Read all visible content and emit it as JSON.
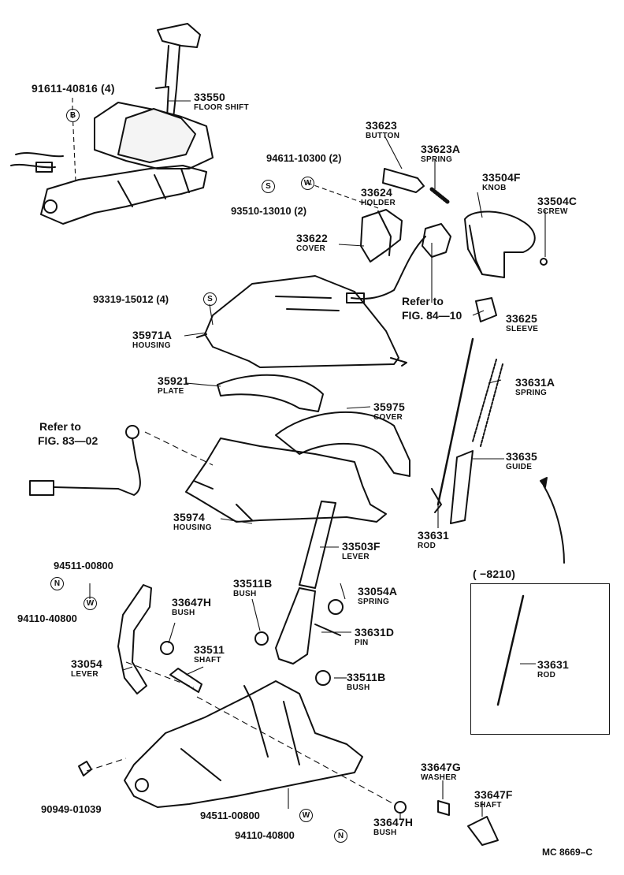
{
  "parts": {
    "p33550": {
      "num": "33550",
      "name": "FLOOR SHIFT"
    },
    "p91611": {
      "num": "91611-40816 (4)"
    },
    "p33623": {
      "num": "33623",
      "name": "BUTTON"
    },
    "p33623A": {
      "num": "33623A",
      "name": "SPRING"
    },
    "p94611": {
      "num": "94611-10300 (2)"
    },
    "p33624": {
      "num": "33624",
      "name": "HOLDER"
    },
    "p93510": {
      "num": "93510-13010 (2)"
    },
    "p33504F": {
      "num": "33504F",
      "name": "KNOB"
    },
    "p33504C": {
      "num": "33504C",
      "name": "SCREW"
    },
    "p33622": {
      "num": "33622",
      "name": "COVER"
    },
    "p93319": {
      "num": "93319-15012 (4)"
    },
    "p35971A": {
      "num": "35971A",
      "name": "HOUSING"
    },
    "p33625": {
      "num": "33625",
      "name": "SLEEVE"
    },
    "p35921": {
      "num": "35921",
      "name": "PLATE"
    },
    "p33631A": {
      "num": "33631A",
      "name": "SPRING"
    },
    "p35975": {
      "num": "35975",
      "name": "COVER"
    },
    "p33635": {
      "num": "33635",
      "name": "GUIDE"
    },
    "p35974": {
      "num": "35974",
      "name": "HOUSING"
    },
    "p33631": {
      "num": "33631",
      "name": "ROD"
    },
    "p33503F": {
      "num": "33503F",
      "name": "LEVER"
    },
    "p94511a": {
      "num": "94511-00800"
    },
    "p94110a": {
      "num": "94110-40800"
    },
    "p33511B_1": {
      "num": "33511B",
      "name": "BUSH"
    },
    "p33054A": {
      "num": "33054A",
      "name": "SPRING"
    },
    "p33647H_1": {
      "num": "33647H",
      "name": "BUSH"
    },
    "p33631D": {
      "num": "33631D",
      "name": "PIN"
    },
    "p33511": {
      "num": "33511",
      "name": "SHAFT"
    },
    "p33054": {
      "num": "33054",
      "name": "LEVER"
    },
    "p33511B_2": {
      "num": "33511B",
      "name": "BUSH"
    },
    "p33631_box": {
      "num": "33631",
      "name": "ROD"
    },
    "p90949": {
      "num": "90949-01039"
    },
    "p33647G": {
      "num": "33647G",
      "name": "WASHER"
    },
    "p33647F": {
      "num": "33647F",
      "name": "SHAFT"
    },
    "p94511b": {
      "num": "94511-00800"
    },
    "p33647H_2": {
      "num": "33647H",
      "name": "BUSH"
    },
    "p94110b": {
      "num": "94110-40800"
    }
  },
  "refs": {
    "fig84_line1": "Refer to",
    "fig84_line2": "FIG. 84—10",
    "fig83_line1": "Refer to",
    "fig83_line2": "FIG. 83—02"
  },
  "inset": {
    "range": "(       −8210)"
  },
  "symbols": {
    "B": "B",
    "W": "W",
    "S": "S",
    "N": "N"
  },
  "catalog_code": "MC 8669–C"
}
